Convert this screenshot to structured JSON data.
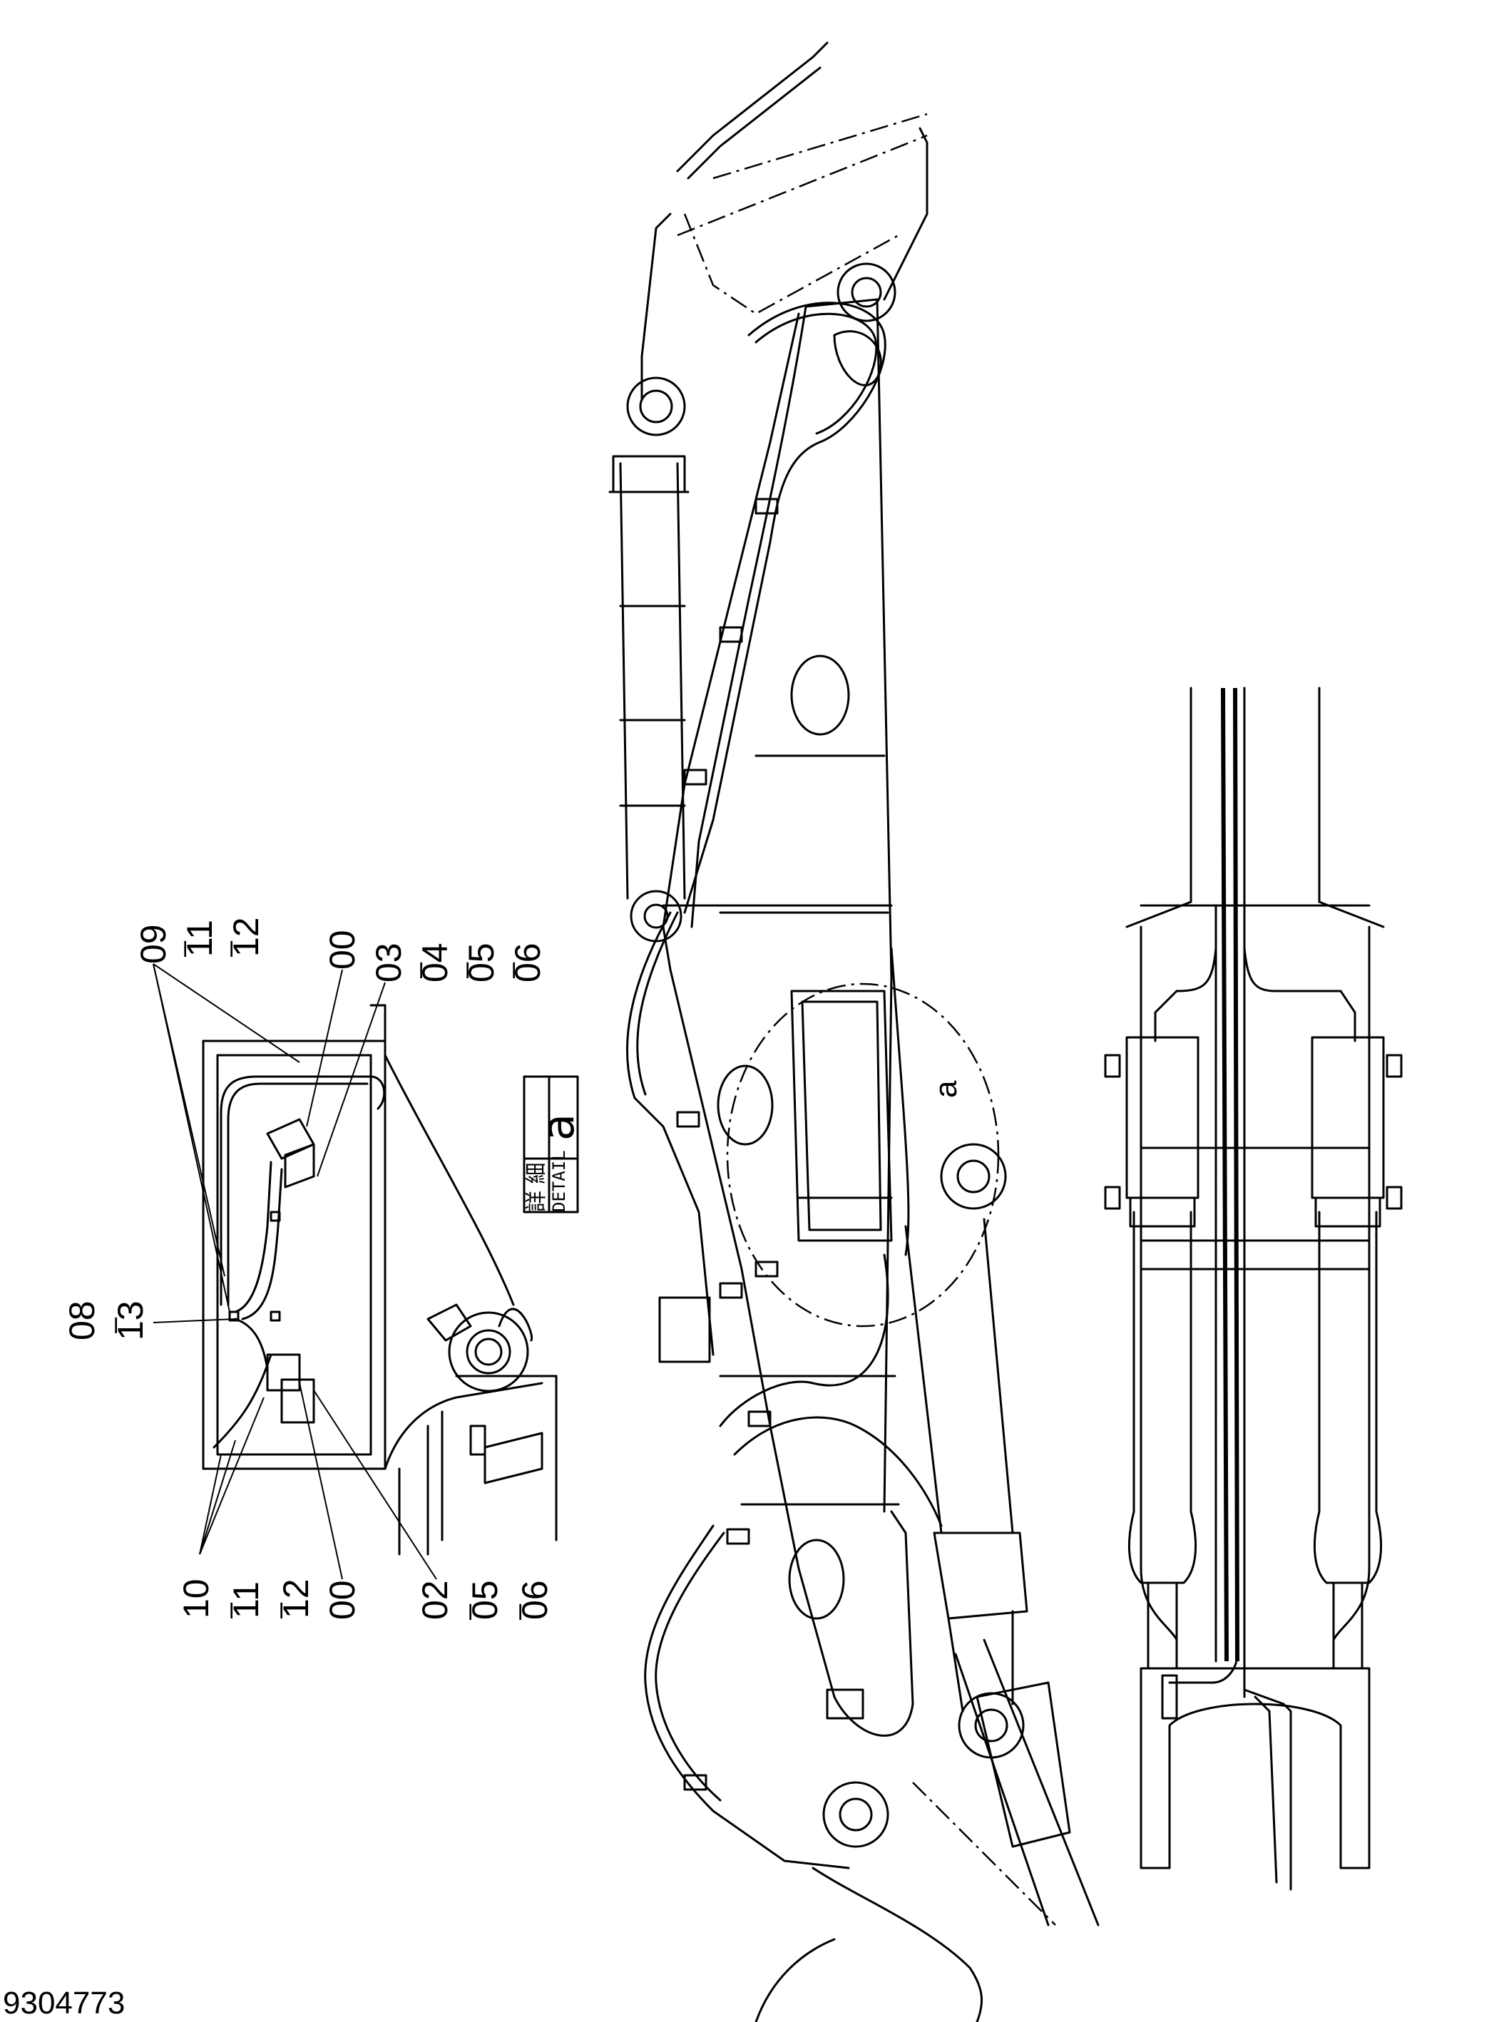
{
  "drawing_number": "9304773",
  "detail": {
    "kanji": "詳 細",
    "english": "DETAIL",
    "letter": "a",
    "view_marker": "a"
  },
  "callouts": {
    "top_group": [
      "09",
      "11",
      "12"
    ],
    "top_part": "00",
    "top_sub": [
      "03",
      "04",
      "05",
      "06"
    ],
    "left_group": [
      "08",
      "13"
    ],
    "bottom_group": [
      "10",
      "11",
      "12"
    ],
    "bottom_part": "00",
    "bottom_sub": [
      "02",
      "05",
      "06"
    ]
  }
}
